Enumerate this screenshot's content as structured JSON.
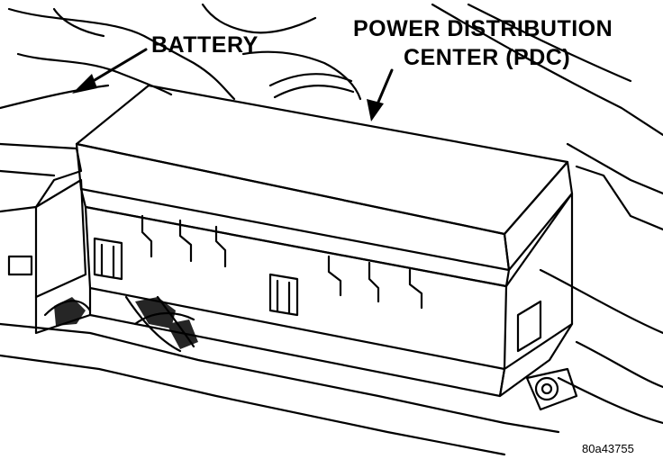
{
  "labels": {
    "battery": "BATTERY",
    "pdc_line1": "POWER DISTRIBUTION",
    "pdc_line2": "CENTER (PDC)",
    "figure_code": "80a43755"
  }
}
